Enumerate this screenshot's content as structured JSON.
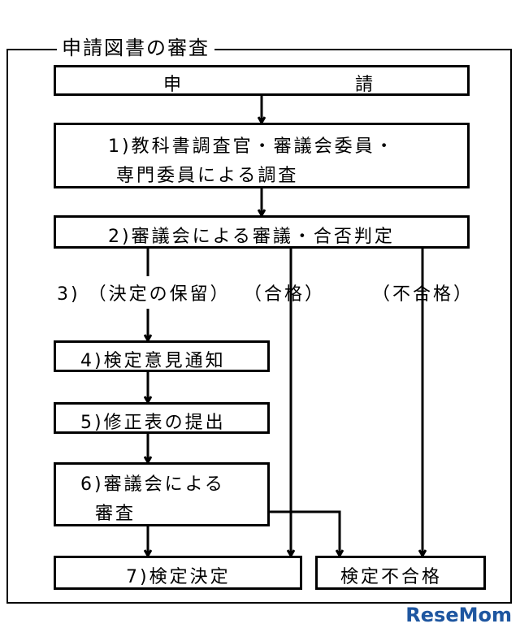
{
  "title": "申請図書の審査",
  "steps": {
    "apply": {
      "left": "申",
      "right": "請"
    },
    "step1": {
      "line1": "1)教科書調査官・審議会委員・",
      "line2": "専門委員による調査"
    },
    "step2": "2)審議会による審議・合否判定",
    "step3_label": "3) （決定の保留）",
    "pass_label": "（合格）",
    "fail_label": "（不合格）",
    "step4": "4)検定意見通知",
    "step5": "5)修正表の提出",
    "step6": {
      "line1": "6)審議会による",
      "line2": "審査"
    },
    "step7": "7)検定決定",
    "reject": "検定不合格"
  },
  "logo": "ReseMom"
}
